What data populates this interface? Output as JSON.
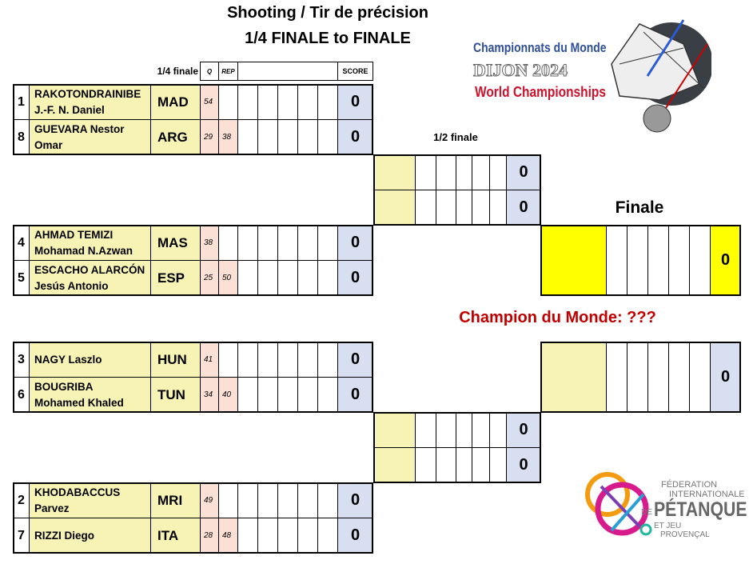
{
  "header": {
    "title_line1": "Shooting  / Tir de précision",
    "title_line2": "1/4 FINALE to FINALE"
  },
  "logo_wc": {
    "line1": "Championnats du Monde",
    "line2": "DIJON 2024",
    "line3": "World Championships"
  },
  "logo_fipjp": {
    "line1": "FÉDERATION",
    "line2": "INTERNATIONALE",
    "line3": "DE",
    "line4": "PÉTANQUE",
    "line5": "ET JEU",
    "line6": "PROVENÇAL"
  },
  "quarter": {
    "label": "1/4 finale",
    "q_header": "Q",
    "rep_header": "REP",
    "score_header": "SCORE",
    "matches": [
      [
        {
          "seed": "1",
          "name1": "RAKOTONDRAINIBE",
          "name2": "J.-F. N. Daniel",
          "country": "MAD",
          "q": "54",
          "rep": "",
          "score": "0"
        },
        {
          "seed": "8",
          "name1": "GUEVARA Nestor",
          "name2": "Omar",
          "country": "ARG",
          "q": "29",
          "rep": "38",
          "score": "0"
        }
      ],
      [
        {
          "seed": "4",
          "name1": "AHMAD TEMIZI",
          "name2": "Mohamad N.Azwan",
          "country": "MAS",
          "q": "38",
          "rep": "",
          "score": "0"
        },
        {
          "seed": "5",
          "name1": "ESCACHO ALARCÓN",
          "name2": "Jesús Antonio",
          "country": "ESP",
          "q": "25",
          "rep": "50",
          "score": "0"
        }
      ],
      [
        {
          "seed": "3",
          "name1": "NAGY Laszlo",
          "name2": "",
          "country": "HUN",
          "q": "41",
          "rep": "",
          "score": "0"
        },
        {
          "seed": "6",
          "name1": "BOUGRIBA",
          "name2": "Mohamed Khaled",
          "country": "TUN",
          "q": "34",
          "rep": "40",
          "score": "0"
        }
      ],
      [
        {
          "seed": "2",
          "name1": "KHODABACCUS",
          "name2": "Parvez",
          "country": "MRI",
          "q": "49",
          "rep": "",
          "score": "0"
        },
        {
          "seed": "7",
          "name1": "RIZZI Diego",
          "name2": "",
          "country": "ITA",
          "q": "28",
          "rep": "48",
          "score": "0"
        }
      ]
    ]
  },
  "semi": {
    "label": "1/2 finale",
    "matches": [
      {
        "scores": [
          "0",
          "0"
        ]
      },
      {
        "scores": [
          "0",
          "0"
        ]
      }
    ]
  },
  "final": {
    "label": "Finale",
    "score": "0",
    "third_score": "0",
    "champion": "Champion du Monde: ???"
  },
  "colors": {
    "name_bg": "#f7f3b5",
    "score_bg": "#d8dff0",
    "final_bg": "#ffff00",
    "champion": "#c00000"
  }
}
